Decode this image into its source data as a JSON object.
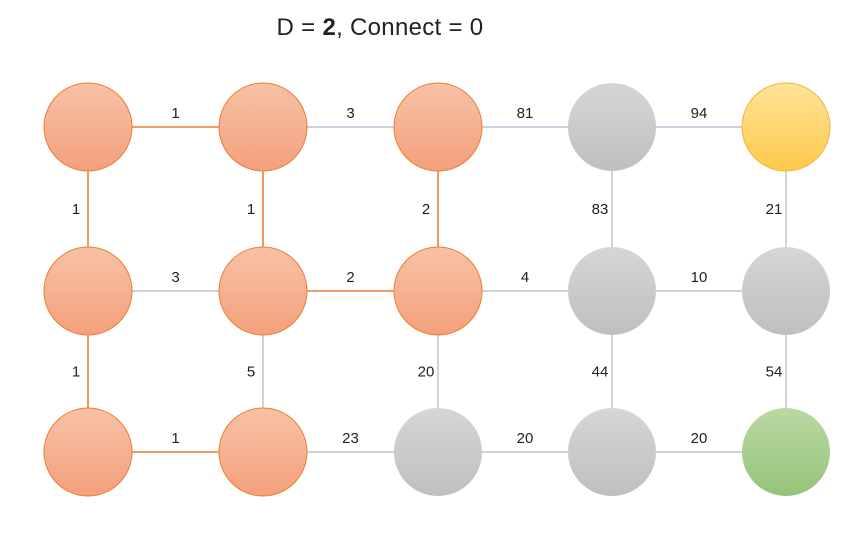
{
  "title": {
    "prefix": "D",
    "eq1": "=",
    "d_value": "2",
    "sep": ",",
    "connect_label": "Connect",
    "eq2": "=",
    "connect_value": "0"
  },
  "colors": {
    "visited_top": "#f7c2a6",
    "visited_bottom": "#f4a07c",
    "visited_stroke": "#ed7d31",
    "gray_top": "#d6d6d6",
    "gray_bottom": "#bfbfbf",
    "start_top": "#ffe39a",
    "start_bottom": "#ffc94a",
    "start_stroke": "#f0b53a",
    "goal_top": "#b9d9a3",
    "goal_bottom": "#96c47a",
    "edge_visited": "#ed7d31",
    "edge_default": "#a9b9cc"
  },
  "nodes": [
    {
      "id": "r0c0",
      "row": 0,
      "col": 0,
      "state": "visited"
    },
    {
      "id": "r0c1",
      "row": 0,
      "col": 1,
      "state": "visited"
    },
    {
      "id": "r0c2",
      "row": 0,
      "col": 2,
      "state": "visited"
    },
    {
      "id": "r0c3",
      "row": 0,
      "col": 3,
      "state": "gray"
    },
    {
      "id": "r0c4",
      "row": 0,
      "col": 4,
      "state": "start"
    },
    {
      "id": "r1c0",
      "row": 1,
      "col": 0,
      "state": "visited"
    },
    {
      "id": "r1c1",
      "row": 1,
      "col": 1,
      "state": "visited"
    },
    {
      "id": "r1c2",
      "row": 1,
      "col": 2,
      "state": "visited"
    },
    {
      "id": "r1c3",
      "row": 1,
      "col": 3,
      "state": "gray"
    },
    {
      "id": "r1c4",
      "row": 1,
      "col": 4,
      "state": "gray"
    },
    {
      "id": "r2c0",
      "row": 2,
      "col": 0,
      "state": "visited"
    },
    {
      "id": "r2c1",
      "row": 2,
      "col": 1,
      "state": "visited"
    },
    {
      "id": "r2c2",
      "row": 2,
      "col": 2,
      "state": "gray"
    },
    {
      "id": "r2c3",
      "row": 2,
      "col": 3,
      "state": "gray"
    },
    {
      "id": "r2c4",
      "row": 2,
      "col": 4,
      "state": "goal"
    }
  ],
  "edges": [
    {
      "from": "r0c0",
      "to": "r0c1",
      "weight": "1",
      "visited": true
    },
    {
      "from": "r0c1",
      "to": "r0c2",
      "weight": "3",
      "visited": false
    },
    {
      "from": "r0c2",
      "to": "r0c3",
      "weight": "81",
      "visited": false
    },
    {
      "from": "r0c3",
      "to": "r0c4",
      "weight": "94",
      "visited": false
    },
    {
      "from": "r1c0",
      "to": "r1c1",
      "weight": "3",
      "visited": false
    },
    {
      "from": "r1c1",
      "to": "r1c2",
      "weight": "2",
      "visited": true
    },
    {
      "from": "r1c2",
      "to": "r1c3",
      "weight": "4",
      "visited": false
    },
    {
      "from": "r1c3",
      "to": "r1c4",
      "weight": "10",
      "visited": false
    },
    {
      "from": "r2c0",
      "to": "r2c1",
      "weight": "1",
      "visited": true
    },
    {
      "from": "r2c1",
      "to": "r2c2",
      "weight": "23",
      "visited": false
    },
    {
      "from": "r2c2",
      "to": "r2c3",
      "weight": "20",
      "visited": false
    },
    {
      "from": "r2c3",
      "to": "r2c4",
      "weight": "20",
      "visited": false
    },
    {
      "from": "r0c0",
      "to": "r1c0",
      "weight": "1",
      "visited": true
    },
    {
      "from": "r0c1",
      "to": "r1c1",
      "weight": "1",
      "visited": true
    },
    {
      "from": "r0c2",
      "to": "r1c2",
      "weight": "2",
      "visited": true
    },
    {
      "from": "r0c3",
      "to": "r1c3",
      "weight": "83",
      "visited": false
    },
    {
      "from": "r0c4",
      "to": "r1c4",
      "weight": "21",
      "visited": false
    },
    {
      "from": "r1c0",
      "to": "r2c0",
      "weight": "1",
      "visited": true
    },
    {
      "from": "r1c1",
      "to": "r2c1",
      "weight": "5",
      "visited": false
    },
    {
      "from": "r1c2",
      "to": "r2c2",
      "weight": "20",
      "visited": false
    },
    {
      "from": "r1c3",
      "to": "r2c3",
      "weight": "44",
      "visited": false
    },
    {
      "from": "r1c4",
      "to": "r2c4",
      "weight": "54",
      "visited": false
    }
  ]
}
